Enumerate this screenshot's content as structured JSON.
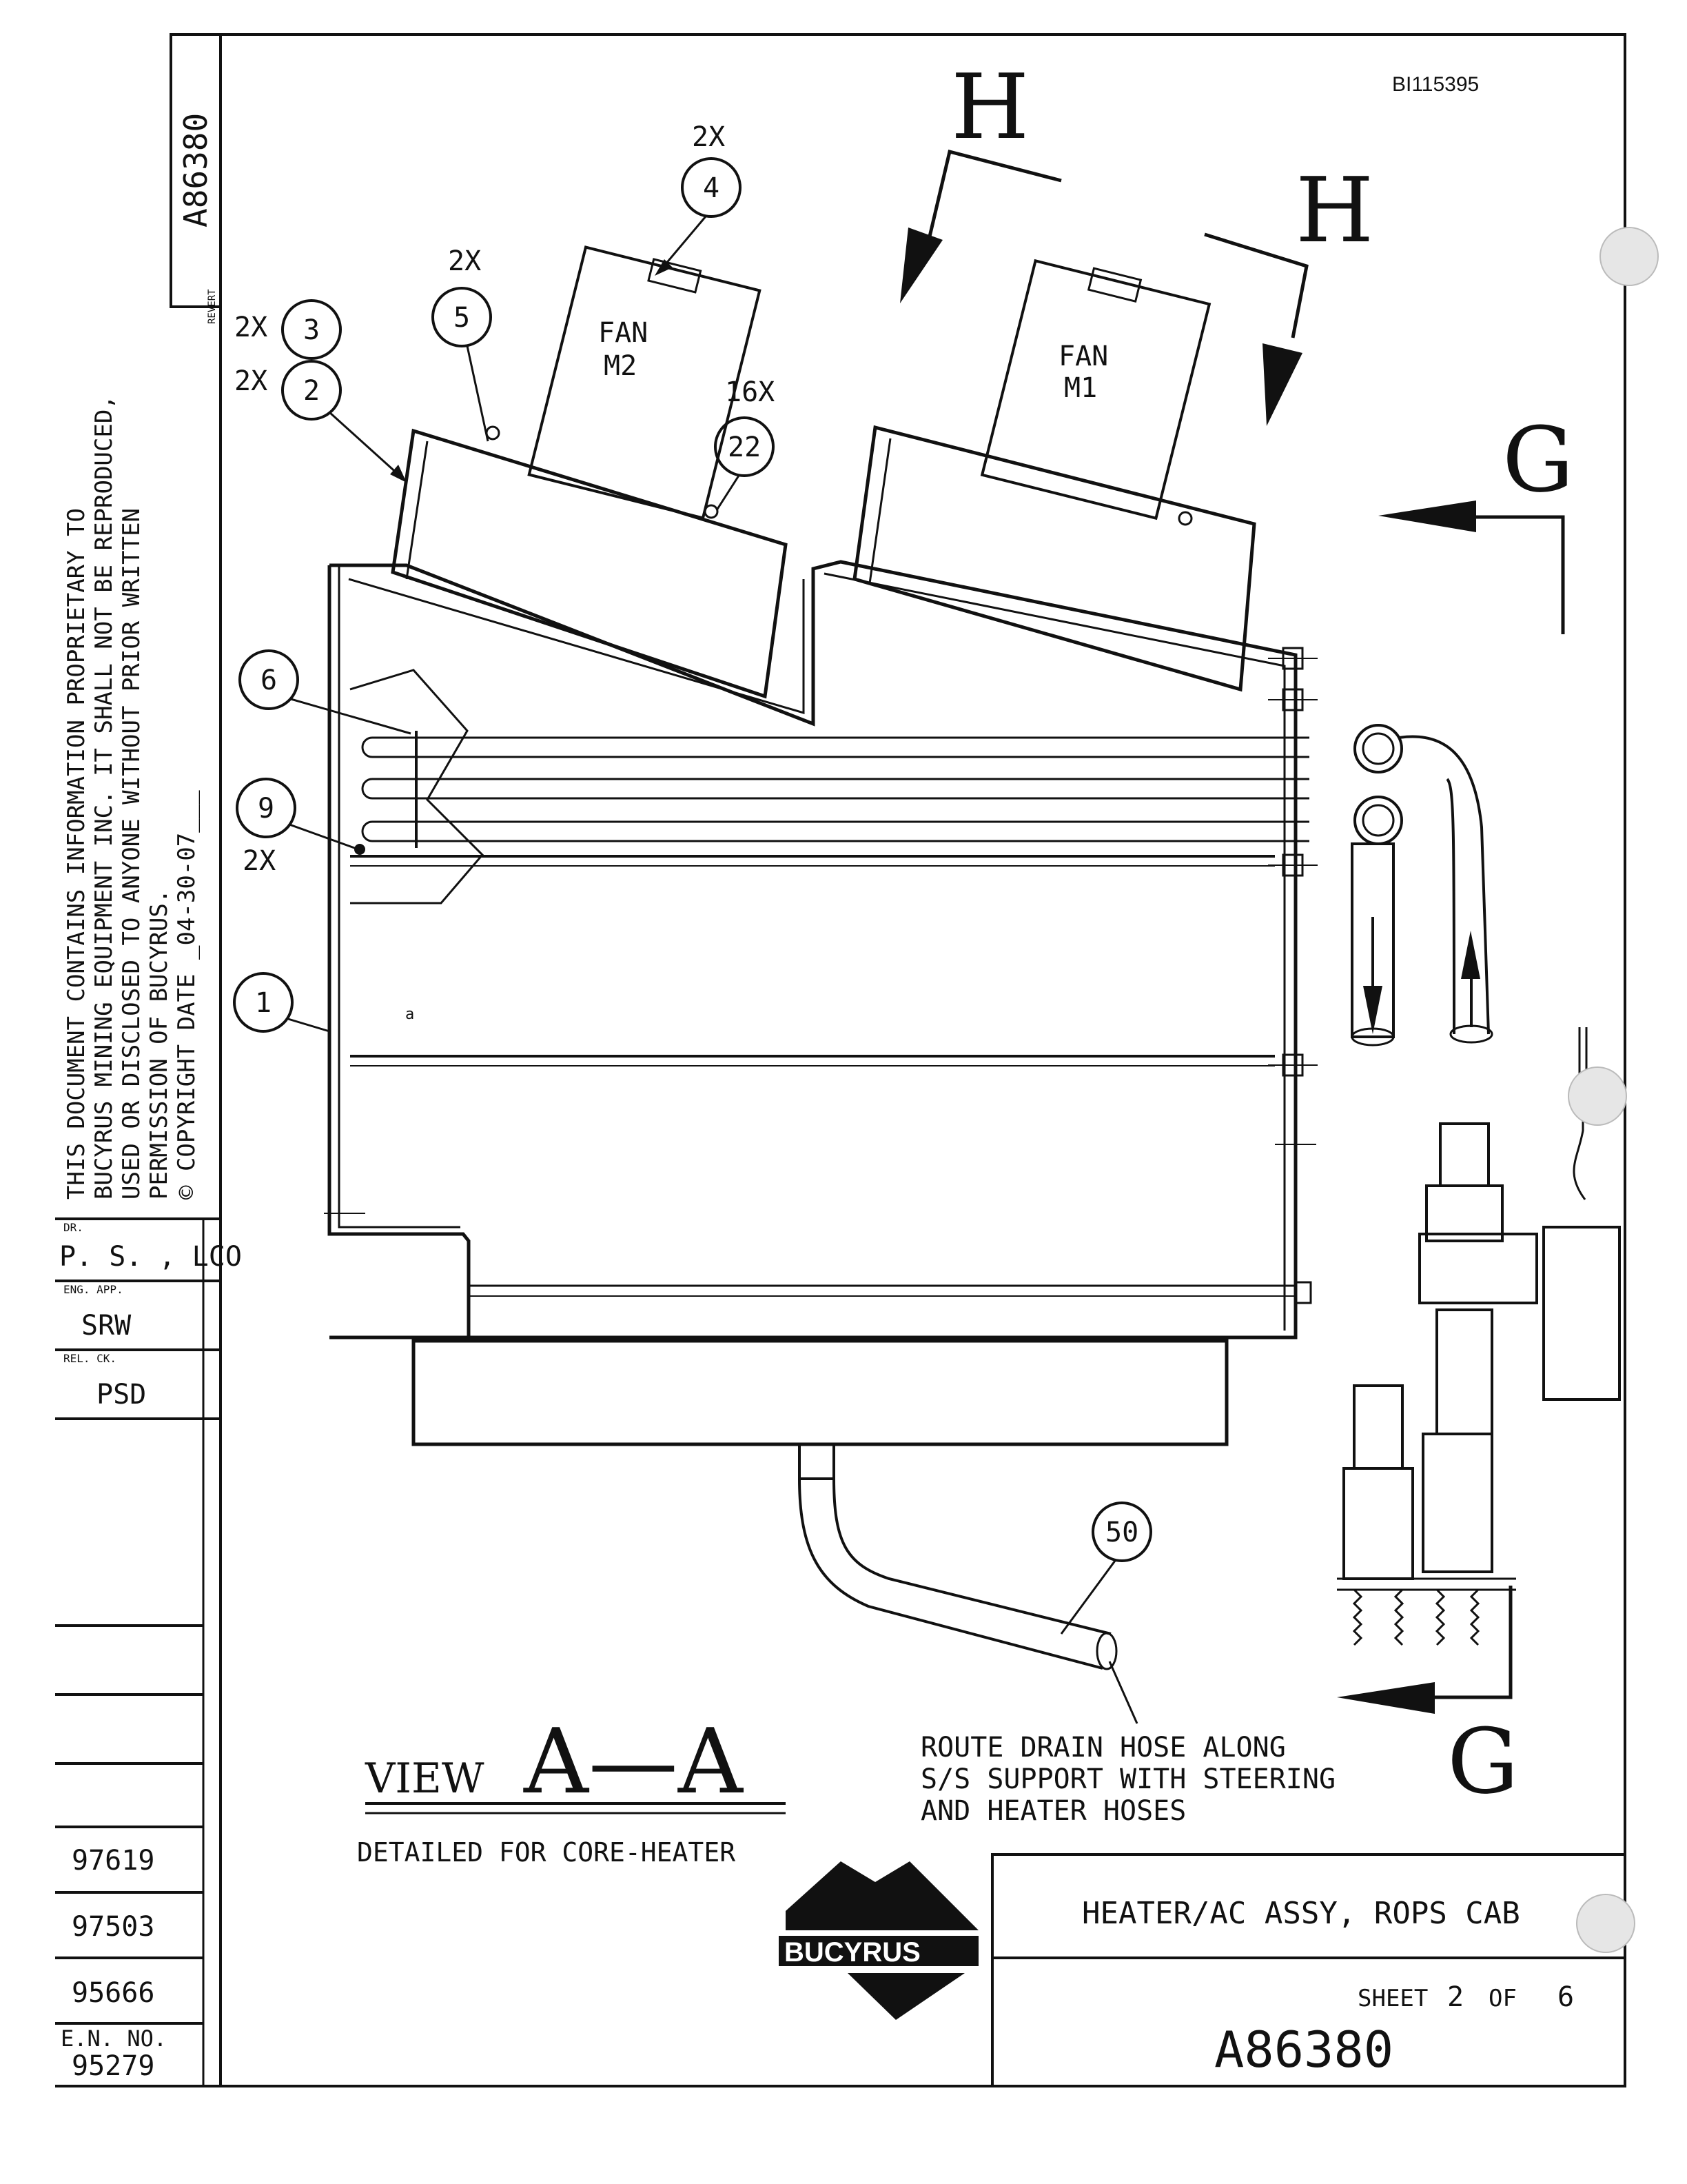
{
  "doc_id": "BI115395",
  "drawing_no": "A86380",
  "revert_label": "REVERT",
  "proprietary_notice": [
    "THIS DOCUMENT CONTAINS INFORMATION PROPRIETARY TO",
    "BUCYRUS MINING EQUIPMENT INC. IT SHALL NOT BE REPRODUCED,",
    "USED OR DISCLOSED TO ANYONE WITHOUT PRIOR WRITTEN",
    "PERMISSION OF BUCYRUS.",
    "© COPYRIGHT DATE _04-30-07___"
  ],
  "signoff": [
    {
      "label": "DR.",
      "value": "P. S. , LCO"
    },
    {
      "label": "ENG. APP.",
      "value": "SRW"
    },
    {
      "label": "REL. CK.",
      "value": "PSD"
    }
  ],
  "revisions": [
    "97619",
    "97503",
    "95666"
  ],
  "en_label": "E.N. NO.",
  "en_value": "95279",
  "section_marks": {
    "h1": "H",
    "h2": "H",
    "g_top": "G",
    "g_bottom": "G"
  },
  "fans": [
    {
      "line1": "FAN",
      "line2": "M2"
    },
    {
      "line1": "FAN",
      "line2": "M1"
    }
  ],
  "callouts": [
    {
      "num": "4",
      "qty": "2X"
    },
    {
      "num": "5",
      "qty": "2X"
    },
    {
      "num": "3",
      "qty": "2X"
    },
    {
      "num": "2",
      "qty": "2X"
    },
    {
      "num": "22",
      "qty": "16X"
    },
    {
      "num": "6",
      "qty": ""
    },
    {
      "num": "9",
      "qty": "2X"
    },
    {
      "num": "1",
      "qty": ""
    },
    {
      "num": "50",
      "qty": ""
    }
  ],
  "view_label": {
    "prefix": "VIEW",
    "name": "A—A"
  },
  "view_subtitle": "DETAILED FOR CORE-HEATER",
  "drain_note": [
    "ROUTE DRAIN HOSE ALONG",
    "S/S SUPPORT WITH STEERING",
    "AND HEATER HOSES"
  ],
  "logo_text": "BUCYRUS",
  "title": "HEATER/AC ASSY, ROPS CAB",
  "sheet": {
    "label": "SHEET",
    "num": "2",
    "of_label": "OF",
    "total": "6"
  },
  "title_drawing_no": "A86380"
}
